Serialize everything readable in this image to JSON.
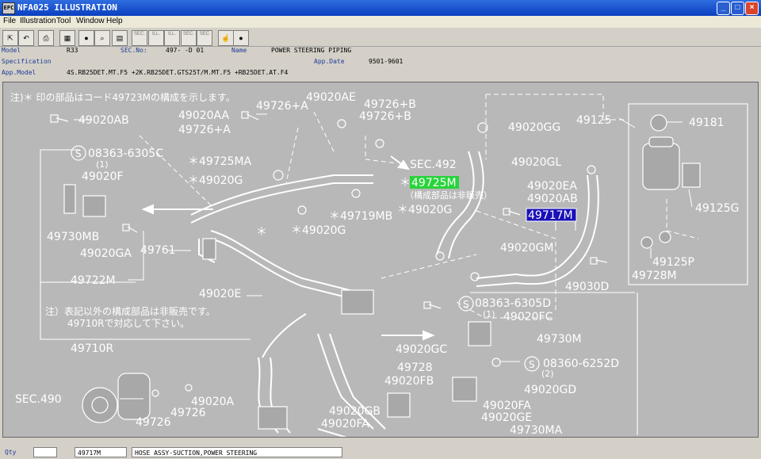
{
  "window": {
    "title": "NFA025  ILLUSTRATION",
    "icon_label": "EPC"
  },
  "window_controls": {
    "minimize": "_",
    "maximize": "□",
    "close": "×"
  },
  "menu": [
    "File",
    "Illustration",
    "Tool",
    "Window",
    "Help"
  ],
  "toolbar": {
    "icons": [
      "door-exit-icon",
      "undo-icon",
      "print-icon",
      "catalog-icon",
      "disc-icon",
      "magnify-icon",
      "book-icon",
      "sec-prev-icon",
      "ill-prev-icon",
      "ill-next-icon",
      "sec-next-icon",
      "sec-jump-icon",
      "pointer-icon",
      "record-icon"
    ],
    "small_labels": [
      "SEC.",
      "ILL.",
      "ILL.",
      "SEC.",
      "SEC"
    ]
  },
  "info": {
    "model_label": "Model",
    "model_value": "R33",
    "secno_label": "SEC.No:",
    "secno_value": "497-  -D 01",
    "name_label": "Name",
    "name_value": "POWER STEERING PIPING",
    "spec_label": "Specification",
    "appdate_label": "App.Date",
    "appdate_value": "9501-9601",
    "appmodel_label": "App.Model",
    "appmodel_value": "4S.RB25DET.MT.F5 +2K.RB25DET.GTS25T/M.MT.F5 +RB25DET.AT.F4"
  },
  "diagram": {
    "note_top": "注)＊ 印の部品はコード49723Mの構成を示します。",
    "note_mid_1": "注）表記以外の構成部品は非販売です。",
    "note_mid_2": "49710Rで対応して下さい。",
    "not_sold": "（構成部品は非販売）",
    "highlight_green": "49725M",
    "highlight_blue": "49717M",
    "labels": {
      "l_49020AB_top": "49020AB",
      "l_49020AA": "49020AA",
      "l_49726A_1": "49726+A",
      "l_49726A_2": "49726+A",
      "l_49020AE": "49020AE",
      "l_49726B_1": "49726+B",
      "l_49726B_2": "49726+B",
      "l_08363_C": "08363-6305C",
      "l_08363_C_qty": "(1)",
      "l_49020F": "49020F",
      "l_49725MA": "＊49725MA",
      "l_sec492": "SEC.492",
      "l_asterisk_green": "＊",
      "l_49020G_1": "＊49020G",
      "l_49719MB": "＊49719MB",
      "l_49020G_2": "＊49020G",
      "l_49020G_3": "＊49020G",
      "l_49730MB": "49730MB",
      "l_49020GA": "49020GA",
      "l_49761": "49761",
      "l_asterisk_center": "＊",
      "l_49722M": "49722M",
      "l_49020E": "49020E",
      "l_49710R": "49710R",
      "l_49020GG": "49020GG",
      "l_49125": "49125",
      "l_49181": "49181",
      "l_49020GL": "49020GL",
      "l_49020EA": "49020EA",
      "l_49020AB_r": "49020AB",
      "l_49125G": "49125G",
      "l_49020GM": "49020GM",
      "l_49125P": "49125P",
      "l_49728M": "49728M",
      "l_49030D": "49030D",
      "l_08363_D": "08363-6305D",
      "l_08363_D_qty": "(1)",
      "l_49020FC": "49020FC",
      "l_49730M": "49730M",
      "l_49020GC": "49020GC",
      "l_08360": "08360-6252D",
      "l_08360_qty": "(2)",
      "l_49728": "49728",
      "l_49020FB": "49020FB",
      "l_49020GD": "49020GD",
      "l_sec490": "SEC.490",
      "l_49020A": "49020A",
      "l_49726_a": "49726",
      "l_49726_b": "49726",
      "l_49020FA_1": "49020FA",
      "l_49020GB": "49020GB",
      "l_49020FA_2": "49020FA",
      "l_49020GE": "49020GE",
      "l_49730MA": "49730MA",
      "s_circle_1": "S",
      "s_circle_2": "S",
      "s_circle_3": "S"
    }
  },
  "status": {
    "qty_label": "Qty",
    "qty_value": "",
    "part_no": "49717M",
    "part_name": "HOSE ASSY-SUCTION,POWER STEERING"
  },
  "colors": {
    "canvas_bg": "#b8b8b8",
    "ink": "#ffffff",
    "highlight_green": "#27d43a",
    "highlight_blue": "#1a10b8",
    "title_bar": "#0a3fbf"
  }
}
